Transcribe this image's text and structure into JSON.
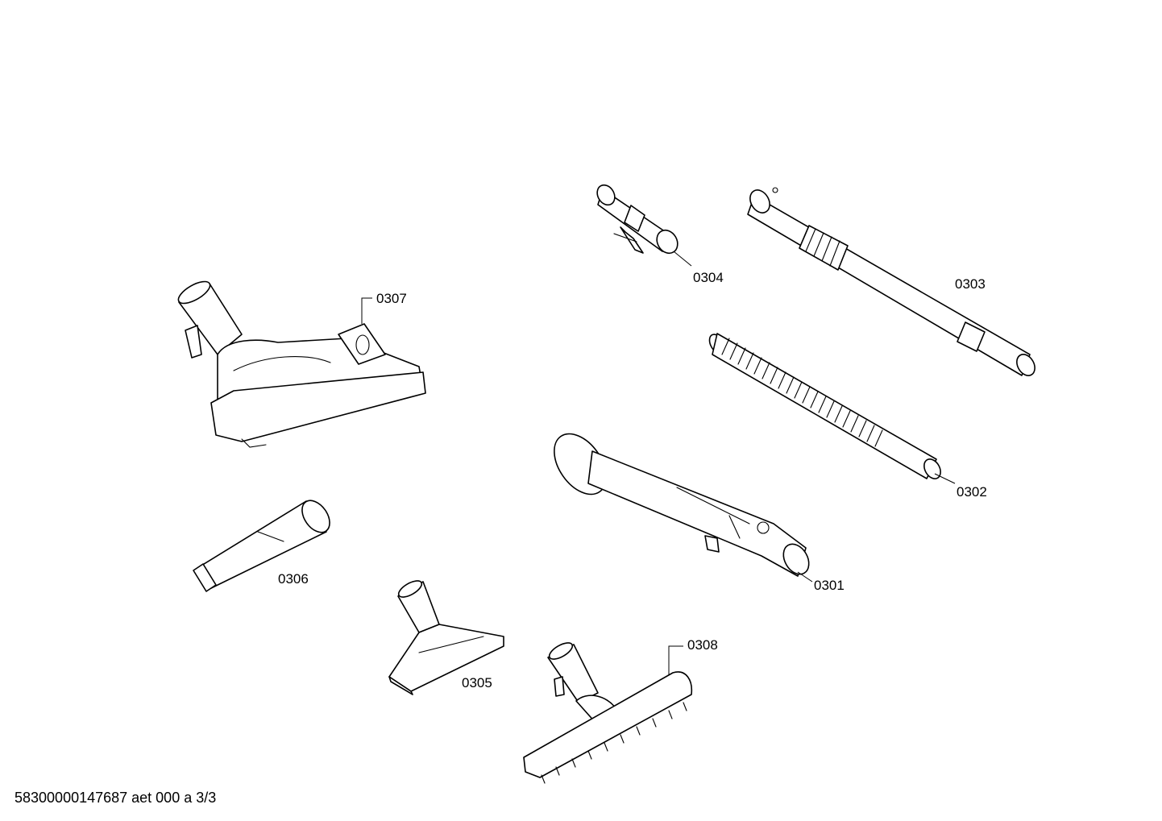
{
  "diagram": {
    "parts": [
      {
        "id": "0301",
        "name": "hose handle"
      },
      {
        "id": "0302",
        "name": "flexible hose"
      },
      {
        "id": "0303",
        "name": "extension tube"
      },
      {
        "id": "0304",
        "name": "tube coupling with clip"
      },
      {
        "id": "0305",
        "name": "upholstery nozzle"
      },
      {
        "id": "0306",
        "name": "crevice nozzle"
      },
      {
        "id": "0307",
        "name": "floor nozzle"
      },
      {
        "id": "0308",
        "name": "parquet brush nozzle"
      }
    ]
  },
  "footer": {
    "document_code": "58300000147687 aet 000 a 3/3"
  }
}
